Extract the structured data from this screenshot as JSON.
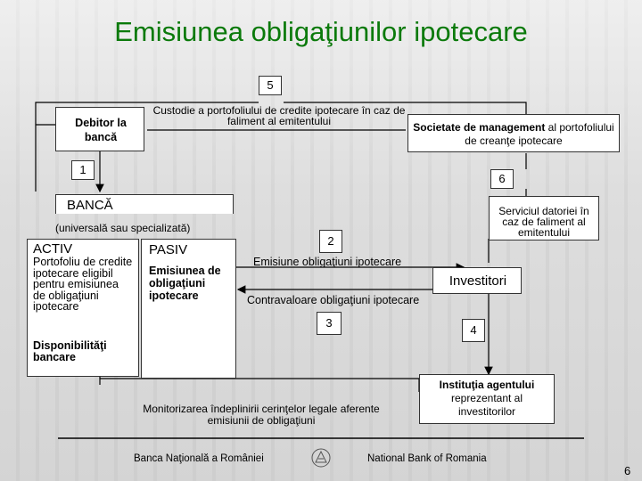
{
  "title": "Emisiunea obligaţiunilor ipotecare",
  "numbers": {
    "n5": "5",
    "n1": "1",
    "n6": "6",
    "n2": "2",
    "n3": "3",
    "n4": "4"
  },
  "debitor": "Debitor la bancă",
  "custodie": "Custodie a portofoliului de credite ipotecare în caz de faliment al emitentului",
  "societate_bold": "Societate de management",
  "societate_rest": " al portofoliului de creanţe ipotecare",
  "banca_title": "BANCĂ",
  "banca_sub": "(universală sau specializată)",
  "activ_label": "ACTIV",
  "activ_text": "Portofoliu de credite ipotecare eligibil pentru emisiunea de obligaţiuni ipotecare",
  "disponibilitati": "Disponibilităţi bancare",
  "pasiv_label": "PASIV",
  "pasiv_text": "Emisiunea de obligaţiuni ipotecare",
  "serviciul": "Serviciul datoriei în caz de faliment al emitentului",
  "emisiune": "Emisiune obligaţiuni ipotecare",
  "investitori": "Investitori",
  "contravaloare": "Contravaloare obligaţiuni ipotecare",
  "institutia_bold": "Instituţia agentului",
  "institutia_rest": "reprezentant al investitorilor",
  "monitorizarea": "Monitorizarea îndeplinirii cerinţelor legale aferente emisiunii de obligaţiuni",
  "footer": {
    "left": "Banca Naţională a României",
    "right": "National Bank of Romania",
    "logo": "BNR-logo-icon",
    "page": "6"
  }
}
